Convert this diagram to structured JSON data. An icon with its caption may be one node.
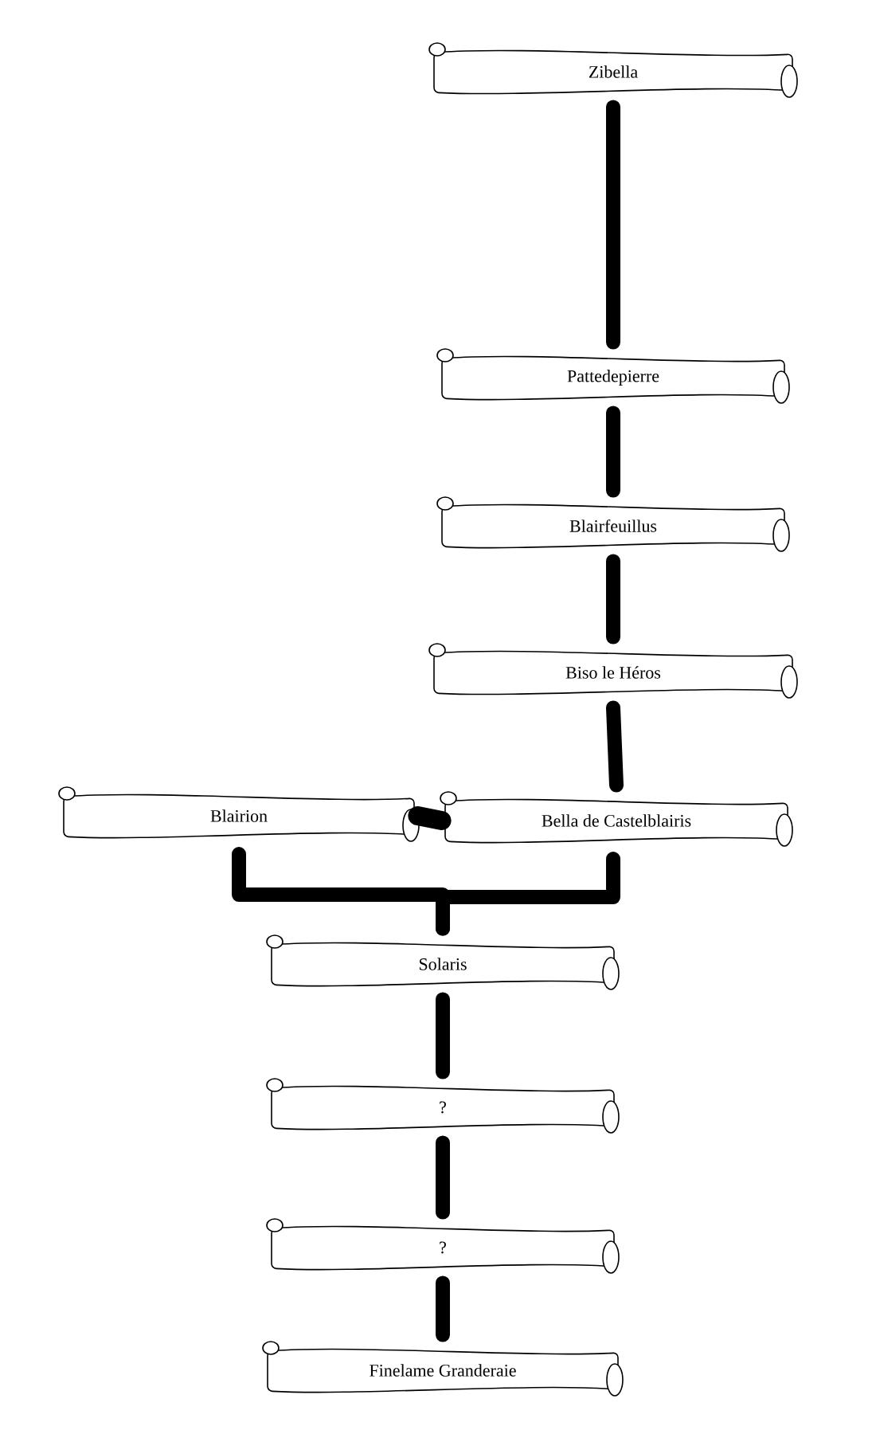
{
  "diagram": {
    "nodes": [
      {
        "text": [
          "Zibella"
        ]
      },
      {
        "text": [
          "Pattedepierre"
        ]
      },
      {
        "text": [
          "Blairfeuillus"
        ]
      },
      {
        "text": [
          "Biso le Héros"
        ]
      },
      {
        "text": [
          "Blairion"
        ]
      },
      {
        "text": [
          "Bella de Castelblairis"
        ]
      },
      {
        "text": [
          "Solaris"
        ]
      },
      {
        "text": [
          "?"
        ]
      },
      {
        "text": [
          "?"
        ]
      },
      {
        "text": [
          "Finelame Granderaie"
        ]
      }
    ],
    "edges": [
      {
        "from": 0,
        "to": 1,
        "arrow": "none"
      },
      {
        "from": 1,
        "to": 2,
        "arrow": "none"
      },
      {
        "from": 2,
        "to": 3,
        "arrow": "none"
      },
      {
        "from": 3,
        "to": 5,
        "arrow": "none"
      },
      {
        "from": 4,
        "to": 5,
        "arrow": "none"
      },
      {
        "from": 4,
        "to": 6,
        "arrow": "none"
      },
      {
        "from": 5,
        "to": 6,
        "arrow": "none"
      },
      {
        "from": 6,
        "to": 7,
        "arrow": "none"
      },
      {
        "from": 7,
        "to": 8,
        "arrow": "none"
      },
      {
        "from": 8,
        "to": 9,
        "arrow": "none"
      }
    ]
  }
}
